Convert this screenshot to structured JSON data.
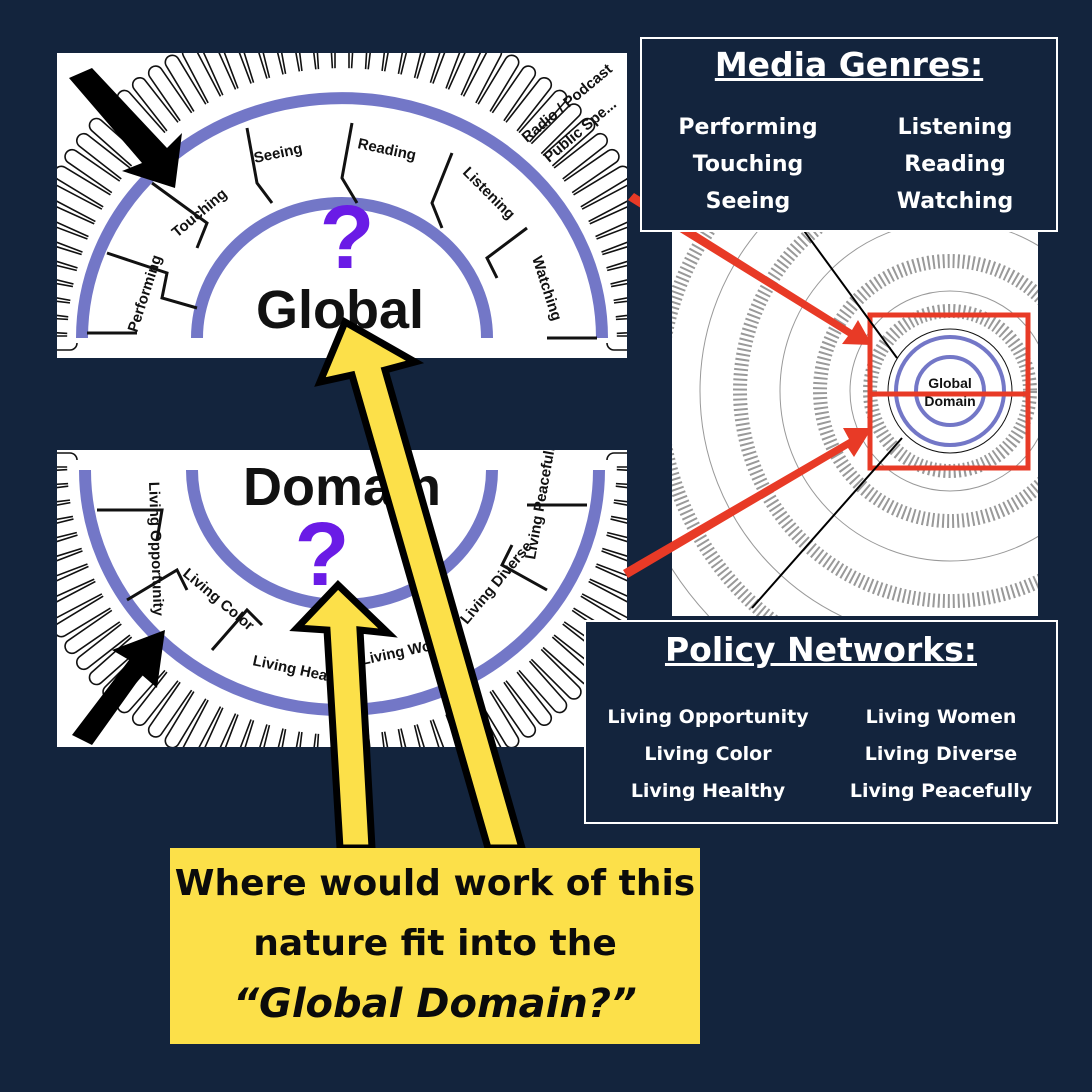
{
  "top_diagram": {
    "title": "Global",
    "question_mark": "?",
    "genres": [
      "Performing",
      "Touching",
      "Seeing",
      "Reading",
      "Listening",
      "Watching"
    ],
    "outer_labels": [
      "Radio / Podcast",
      "Public Spe..."
    ]
  },
  "bottom_diagram": {
    "title": "Domain",
    "question_mark": "?",
    "networks": [
      "Living Opportunity",
      "Living Color",
      "Living Healthy",
      "Living Women",
      "Living Diverse",
      "Living Peacefully"
    ]
  },
  "wheel_thumbnail": {
    "center_line1": "Global",
    "center_line2": "Domain"
  },
  "media_genres": {
    "title": "Media Genres:",
    "left": [
      "Performing",
      "Touching",
      "Seeing"
    ],
    "right": [
      "Listening",
      "Reading",
      "Watching"
    ]
  },
  "policy_networks": {
    "title": "Policy Networks:",
    "left": [
      "Living Opportunity",
      "Living Color",
      "Living Healthy"
    ],
    "right": [
      "Living Women",
      "Living Diverse",
      "Living Peacefully"
    ]
  },
  "callout": {
    "line1": "Where would work of this",
    "line2": "nature fit into the",
    "line3": "“Global Domain?”"
  },
  "colors": {
    "background": "#13243d",
    "ring": "#7377c7",
    "question": "#6a1be6",
    "callout": "#fce049",
    "highlight": "#e83a26"
  }
}
